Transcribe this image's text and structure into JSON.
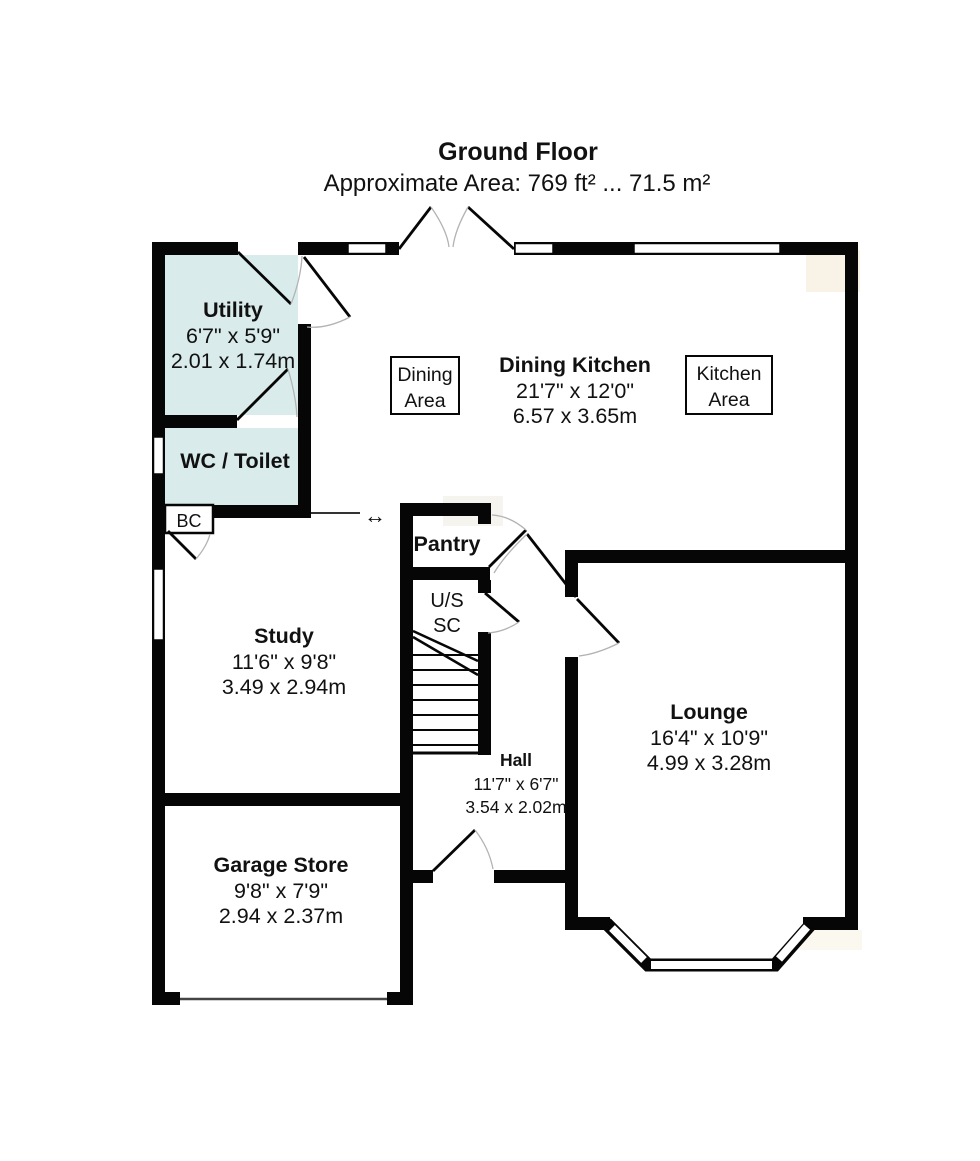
{
  "title": "Ground Floor",
  "subtitle": "Approximate Area: 769 ft² ... 71.5 m²",
  "colors": {
    "wall": "#060606",
    "wet_room_fill": "#d9eceb",
    "door_arc": "#b3b3b3",
    "watermark": "#f3ead2"
  },
  "rooms": {
    "utility": {
      "name": "Utility",
      "imperial": "6'7\" x 5'9\"",
      "metric": "2.01 x 1.74m"
    },
    "wc": {
      "name": "WC / Toilet"
    },
    "dining_kitchen": {
      "name": "Dining Kitchen",
      "imperial": "21'7\" x 12'0\"",
      "metric": "6.57 x 3.65m"
    },
    "pantry": {
      "name": "Pantry"
    },
    "study": {
      "name": "Study",
      "imperial": "11'6\" x 9'8\"",
      "metric": "3.49 x 2.94m"
    },
    "hall": {
      "name": "Hall",
      "imperial": "11'7\" x 6'7\"",
      "metric": "3.54 x 2.02m"
    },
    "lounge": {
      "name": "Lounge",
      "imperial": "16'4\" x 10'9\"",
      "metric": "4.99 x 3.28m"
    },
    "garage_store": {
      "name": "Garage Store",
      "imperial": "9'8\" x 7'9\"",
      "metric": "2.94 x 2.37m"
    }
  },
  "annotations": {
    "bc": "BC",
    "dining_area": [
      "Dining",
      "Area"
    ],
    "kitchen_area": [
      "Kitchen",
      "Area"
    ],
    "understairs_line1": "U/S",
    "understairs_line2": "SC",
    "opening_arrow": "↔"
  }
}
